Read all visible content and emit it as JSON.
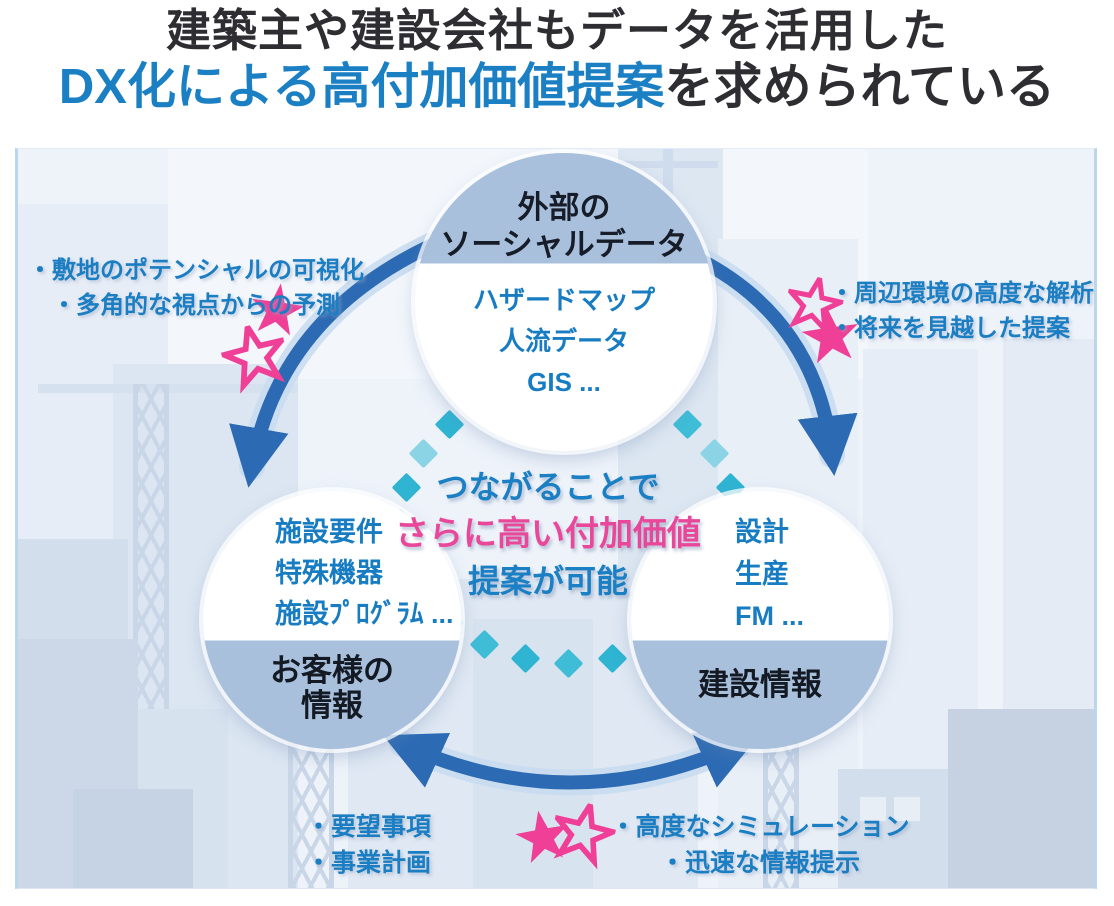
{
  "title": {
    "line1": "建築主や建設会社もデータを活用した",
    "line2_highlight": "DX化による高付加価値提案",
    "line2_rest": "を求められている"
  },
  "center_message": {
    "line1": "つながることで",
    "line2": "さらに高い付加価値",
    "line3": "提案が可能"
  },
  "circles": {
    "top": {
      "header_line1": "外部の",
      "header_line2": "ソーシャルデータ",
      "items": [
        "ハザードマップ",
        "人流データ",
        "GIS ..."
      ]
    },
    "left": {
      "items": [
        "施設要件",
        "特殊機器",
        "施設ﾌﾟﾛｸﾞﾗﾑ ..."
      ],
      "footer_line1": "お客様の",
      "footer_line2": "情報"
    },
    "right": {
      "items": [
        "設計",
        "生産",
        "FM ..."
      ],
      "footer": "建設情報"
    }
  },
  "annotations": {
    "top_left": {
      "line1": "・敷地のポテンシャルの可視化",
      "line2": "・多角的な視点からの予測"
    },
    "top_right": {
      "line1": "・周辺環境の高度な解析",
      "line2": "・将来を見越した提案"
    },
    "bottom_left": {
      "line1": "・要望事項",
      "line2": "・事業計画"
    },
    "bottom_right": {
      "line1": "・高度なシミュレーション",
      "line2": "・迅速な情報提示"
    }
  },
  "colors": {
    "accent_blue": "#1b7fc4",
    "pink": "#e9489a",
    "arrow_blue": "#2c6bb4",
    "band_blue": "#a9c0dd",
    "diamond_teal": "#2fb4d2",
    "title_dark": "#2e2e32"
  }
}
